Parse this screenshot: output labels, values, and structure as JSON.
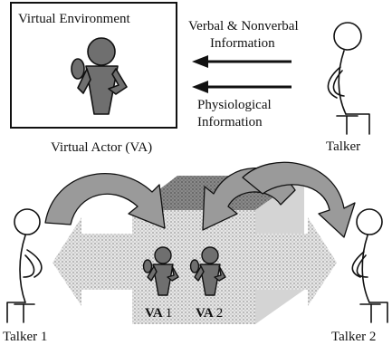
{
  "top_panel": {
    "box_title": "Virtual Environment",
    "box_caption": "Virtual Actor (VA)",
    "verbal_label_line1": "Verbal & Nonverbal",
    "verbal_label_line2": "Information",
    "physio_label_line1": "Physiological",
    "physio_label_line2": "Information",
    "talker_label": "Talker"
  },
  "bottom_panel": {
    "talker1_label": "Talker 1",
    "talker2_label": "Talker 2",
    "va1_prefix": "VA",
    "va1_number": "1",
    "va2_prefix": "VA",
    "va2_number": "2"
  },
  "colors": {
    "actor_gray": "#6f6f6f",
    "ink": "#111111",
    "curved_arrow_gray": "#9a9a9a",
    "stipple_gray": "#c9c9c9",
    "dark_top": "#5a5a5a"
  }
}
